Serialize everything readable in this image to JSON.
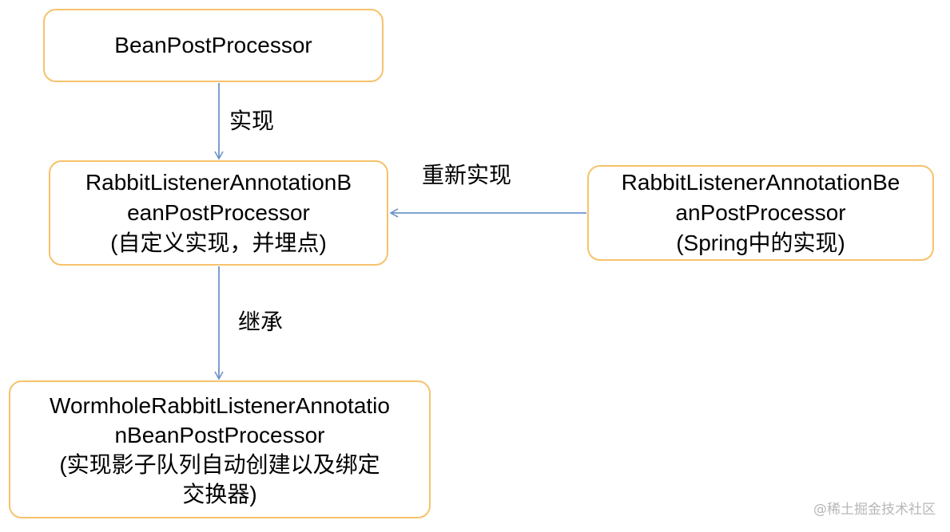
{
  "nodes": {
    "bean_post_processor": {
      "lines": [
        "BeanPostProcessor"
      ]
    },
    "custom_impl": {
      "lines": [
        "RabbitListenerAnnotationB",
        "eanPostProcessor",
        "(自定义实现，并埋点)"
      ]
    },
    "spring_impl": {
      "lines": [
        "RabbitListenerAnnotationBe",
        "anPostProcessor",
        "(Spring中的实现)"
      ]
    },
    "wormhole_impl": {
      "lines": [
        "WormholeRabbitListenerAnnotatio",
        "nBeanPostProcessor",
        "(实现影子队列自动创建以及绑定",
        "交换器)"
      ]
    }
  },
  "edges": {
    "implement": {
      "label": "实现"
    },
    "reimplement": {
      "label": "重新实现"
    },
    "inherit": {
      "label": "继承"
    }
  },
  "watermark": "@稀土掘金技术社区",
  "colors": {
    "node_border": "#f6c26b",
    "arrow": "#6d94c9",
    "watermark": "#b7b7b7"
  }
}
